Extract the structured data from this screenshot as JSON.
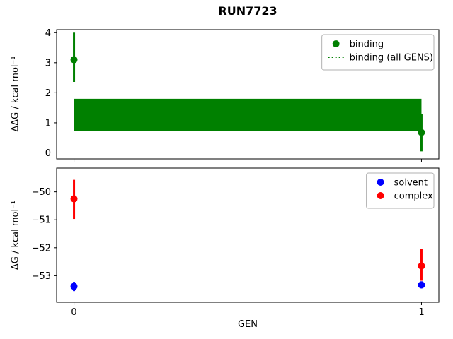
{
  "figure": {
    "title": "RUN7723",
    "xlabel": "GEN",
    "background": "#ffffff"
  },
  "chart_data": [
    {
      "type": "scatter",
      "ylabel": "ΔΔG / kcal mol⁻¹",
      "xlabel": "GEN",
      "xlim": [
        -0.05,
        1.05
      ],
      "ylim": [
        -0.2,
        4.1
      ],
      "yticks": [
        4,
        3,
        2,
        1,
        0
      ],
      "ytick_labels": [
        "4",
        "3",
        "2",
        "1",
        "0"
      ],
      "xticks": [
        0,
        1
      ],
      "xtick_labels": [
        "0",
        "1"
      ],
      "show_xtick_labels": false,
      "grid": false,
      "legend_position": "upper right",
      "series": [
        {
          "name": "binding",
          "marker": "dot",
          "color": "#008000",
          "x": [
            0,
            1
          ],
          "y": [
            3.1,
            0.68
          ],
          "yerr_low": [
            2.36,
            0.05
          ],
          "yerr_high": [
            4.0,
            1.3
          ]
        }
      ],
      "band": {
        "name": "binding (all GENS)",
        "color": "#008000",
        "x_start": 0,
        "x_end": 1,
        "y_low": 0.72,
        "y_high": 1.8
      },
      "legend": [
        {
          "label": "binding",
          "marker": "dot",
          "color": "#008000"
        },
        {
          "label": "binding (all GENS)",
          "marker": "dotted-line",
          "color": "#008000"
        }
      ]
    },
    {
      "type": "scatter",
      "ylabel": "ΔG / kcal mol⁻¹",
      "xlabel": "GEN",
      "xlim": [
        -0.05,
        1.05
      ],
      "ylim": [
        -53.95,
        -49.15
      ],
      "yticks": [
        -50,
        -51,
        -52,
        -53
      ],
      "ytick_labels": [
        "−50",
        "−51",
        "−52",
        "−53"
      ],
      "xticks": [
        0,
        1
      ],
      "xtick_labels": [
        "0",
        "1"
      ],
      "show_xtick_labels": true,
      "grid": false,
      "legend_position": "upper right",
      "series": [
        {
          "name": "solvent",
          "marker": "dot",
          "color": "#0000ff",
          "x": [
            0,
            1
          ],
          "y": [
            -53.38,
            -53.33
          ],
          "yerr_low": [
            -53.55,
            -53.45
          ],
          "yerr_high": [
            -53.22,
            -53.2
          ]
        },
        {
          "name": "complex",
          "marker": "dot",
          "color": "#ff0000",
          "x": [
            0,
            1
          ],
          "y": [
            -50.25,
            -52.65
          ],
          "yerr_low": [
            -50.97,
            -53.18
          ],
          "yerr_high": [
            -49.57,
            -52.05
          ]
        }
      ],
      "legend": [
        {
          "label": "solvent",
          "marker": "dot",
          "color": "#0000ff"
        },
        {
          "label": "complex",
          "marker": "dot",
          "color": "#ff0000"
        }
      ]
    }
  ]
}
